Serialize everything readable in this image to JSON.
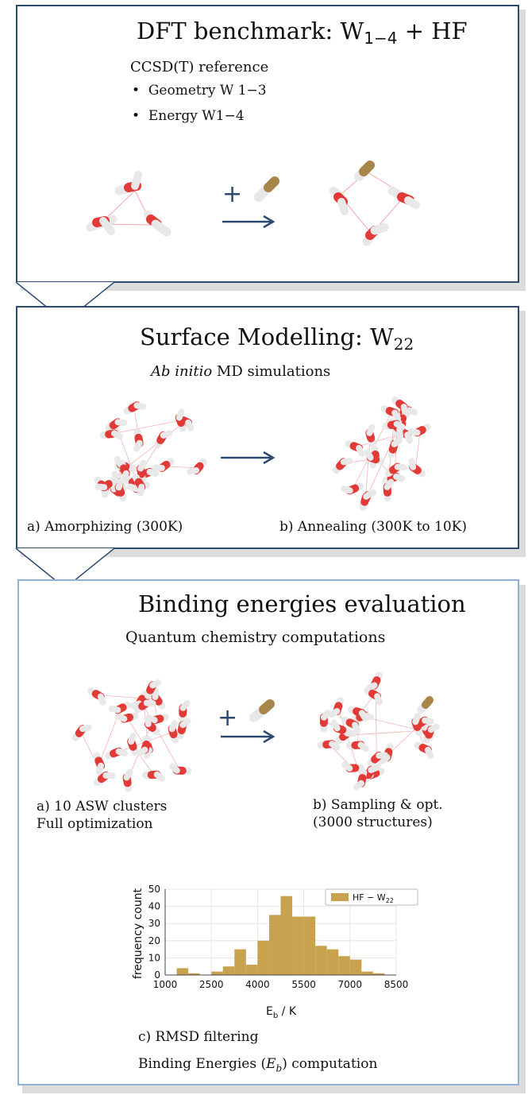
{
  "panel1": {
    "title_main": "DFT benchmark: W",
    "title_sub": "1−4",
    "title_tail": " + HF",
    "ref_label": "CCSD(T) reference",
    "bullets": [
      "Geometry W 1−3",
      "Energy W1−4"
    ],
    "plus": "+"
  },
  "panel2": {
    "title_main": "Surface Modelling: W",
    "title_sub": "22",
    "subtitle_italic": "Ab initio",
    "subtitle_rest": " MD simulations",
    "label_a": "a) Amorphizing (300K)",
    "label_b": "b) Annealing (300K to 10K)"
  },
  "panel3": {
    "title": "Binding energies evaluation",
    "subtitle": "Quantum chemistry computations",
    "plus": "+",
    "label_a_line1": "a) 10 ASW clusters",
    "label_a_line2": "Full optimization",
    "label_b_line1": "b) Sampling & opt.",
    "label_b_line2": "(3000 structures)",
    "label_c": "c) RMSD filtering",
    "label_d_pre": "Binding Energies (",
    "label_d_var": "E",
    "label_d_sub": "b",
    "label_d_post": ") computation"
  },
  "colors": {
    "panel_border_dark": "#2d4a72",
    "panel_border_light": "#8fb3d6",
    "arrow": "#2d4a72",
    "oxygen": "#e23a36",
    "hydrogen": "#f2f2f2",
    "fluorine": "#a8864a",
    "bars": "#c9a24f"
  },
  "chart_data": {
    "type": "bar",
    "title": "",
    "xlabel": "E_b / K",
    "ylabel": "frequency count",
    "x_ticks": [
      "1000",
      "2500",
      "4000",
      "5500",
      "7000",
      "8500"
    ],
    "y_ticks": [
      "0",
      "10",
      "20",
      "30",
      "40",
      "50"
    ],
    "xlim": [
      1000,
      8500
    ],
    "ylim": [
      0,
      50
    ],
    "bin_width": 375,
    "bin_starts": [
      1375,
      1750,
      2125,
      2500,
      2875,
      3250,
      3625,
      4000,
      4375,
      4750,
      5125,
      5500,
      5875,
      6250,
      6625,
      7000,
      7375,
      7750
    ],
    "values": [
      4,
      1,
      0,
      2,
      5,
      15,
      6,
      20,
      35,
      46,
      34,
      34,
      17,
      15,
      11,
      9,
      2,
      1
    ],
    "legend": "HF − W22",
    "legend_position": "top-right",
    "grid": true
  }
}
